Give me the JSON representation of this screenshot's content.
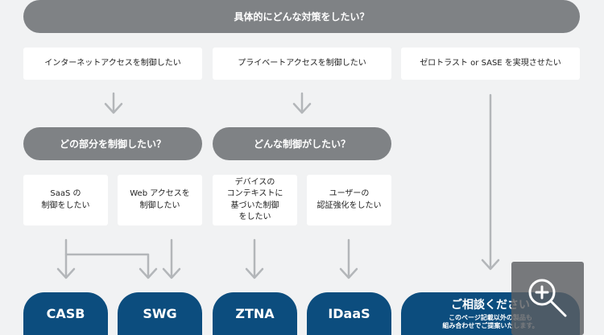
{
  "header": {
    "title": "具体的にどんな対策をしたい？"
  },
  "level1": [
    "インターネットアクセスを制御したい",
    "プライベートアクセスを制御したい",
    "ゼロトラスト or SASE を実現させたい"
  ],
  "level2": [
    "どの部分を制御したい？",
    "どんな制御がしたい？"
  ],
  "level3": [
    "SaaS の\n制御をしたい",
    "Web アクセスを\n制御したい",
    "デバイスの\nコンテキストに\n基づいた制御\nをしたい",
    "ユーザーの\n認証強化をしたい"
  ],
  "solutions": [
    "CASB",
    "SWG",
    "ZTNA",
    "IDaaS"
  ],
  "consult": {
    "title": "ご相談ください",
    "subtitle": "このページ記載以外の製品も\n組み合わせでご提案いたします。"
  },
  "colors": {
    "navy": "#0c4d7e",
    "gray_pill": "#7f8285",
    "arrow": "#b3b6b9",
    "background": "#f1f2f3"
  },
  "icons": {
    "zoom": "magnify-plus-icon"
  }
}
